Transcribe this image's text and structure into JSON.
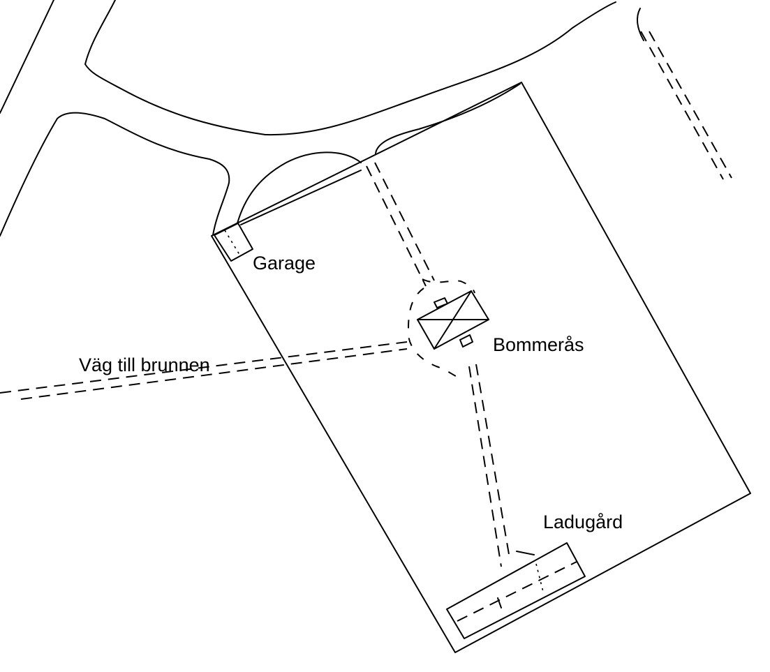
{
  "labels": {
    "garage": "Garage",
    "bommeras": "Bommerås",
    "vag_till_brunnen": "Väg till brunnen",
    "ladugard": "Ladugård"
  }
}
